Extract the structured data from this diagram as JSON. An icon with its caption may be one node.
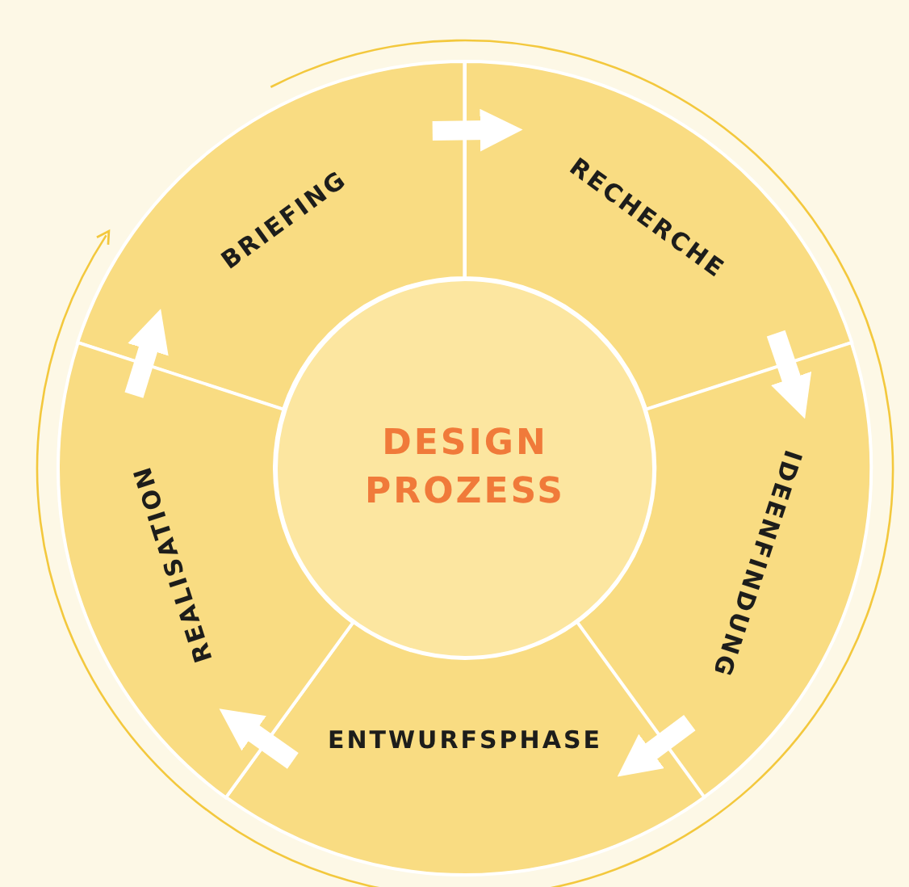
{
  "diagram": {
    "nodes": [
      {
        "text": [
          "DESIGN PROZESS"
        ]
      },
      {
        "text": [
          "BRIEFING"
        ]
      },
      {
        "text": [
          "RECHERCHE"
        ]
      },
      {
        "text": [
          "IDEENFINDUNG"
        ]
      },
      {
        "text": [
          "ENTWURFSPHASE"
        ]
      },
      {
        "text": [
          "REALISATION"
        ]
      }
    ],
    "edges": [
      {
        "from": 1,
        "to": 2,
        "arrow": "to"
      },
      {
        "from": 2,
        "to": 3,
        "arrow": "to"
      },
      {
        "from": 3,
        "to": 4,
        "arrow": "to"
      },
      {
        "from": 4,
        "to": 5,
        "arrow": "to"
      },
      {
        "from": 5,
        "to": 1,
        "arrow": "to"
      }
    ]
  }
}
